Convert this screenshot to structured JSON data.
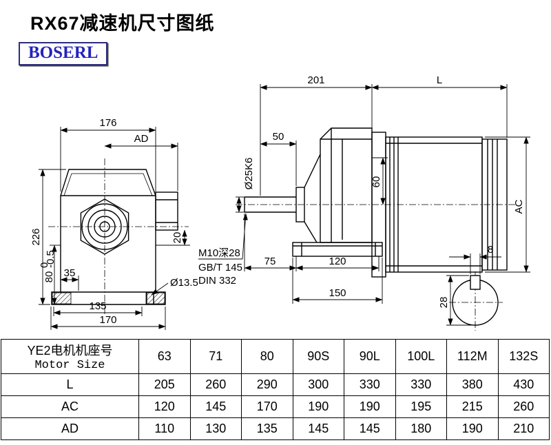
{
  "header": {
    "title": "RX67减速机尺寸图纸",
    "logo": "BOSERL"
  },
  "front_view": {
    "dim_176": "176",
    "dim_AD": "AD",
    "dim_226": "226",
    "dim_80": "80",
    "tol_0": "0",
    "tol_neg05": "-0.5",
    "dim_35": "35",
    "dim_135": "135",
    "dim_170": "170",
    "dim_20": "20",
    "dim_hole": "Ø13.5"
  },
  "side_view": {
    "dim_201": "201",
    "dim_L": "L",
    "dim_50": "50",
    "dim_shaft": "Ø25K6",
    "dim_60": "60",
    "dim_AC": "AC",
    "thread_note": "M10深28",
    "std_gb": "GB/T 145",
    "std_din": "DIN 332",
    "dim_75": "75",
    "dim_120": "120",
    "dim_150": "150"
  },
  "shaft_detail": {
    "dim_8": "8",
    "dim_28": "28"
  },
  "table": {
    "motor_header_cn": "YE2电机机座号",
    "motor_header_en": "Motor Size",
    "columns": [
      "63",
      "71",
      "80",
      "90S",
      "90L",
      "100L",
      "112M",
      "132S"
    ],
    "rows": [
      {
        "label": "L",
        "values": [
          "205",
          "260",
          "290",
          "300",
          "330",
          "330",
          "380",
          "430"
        ]
      },
      {
        "label": "AC",
        "values": [
          "120",
          "145",
          "170",
          "190",
          "190",
          "195",
          "215",
          "260"
        ]
      },
      {
        "label": "AD",
        "values": [
          "110",
          "130",
          "135",
          "145",
          "145",
          "180",
          "190",
          "210"
        ]
      }
    ]
  }
}
